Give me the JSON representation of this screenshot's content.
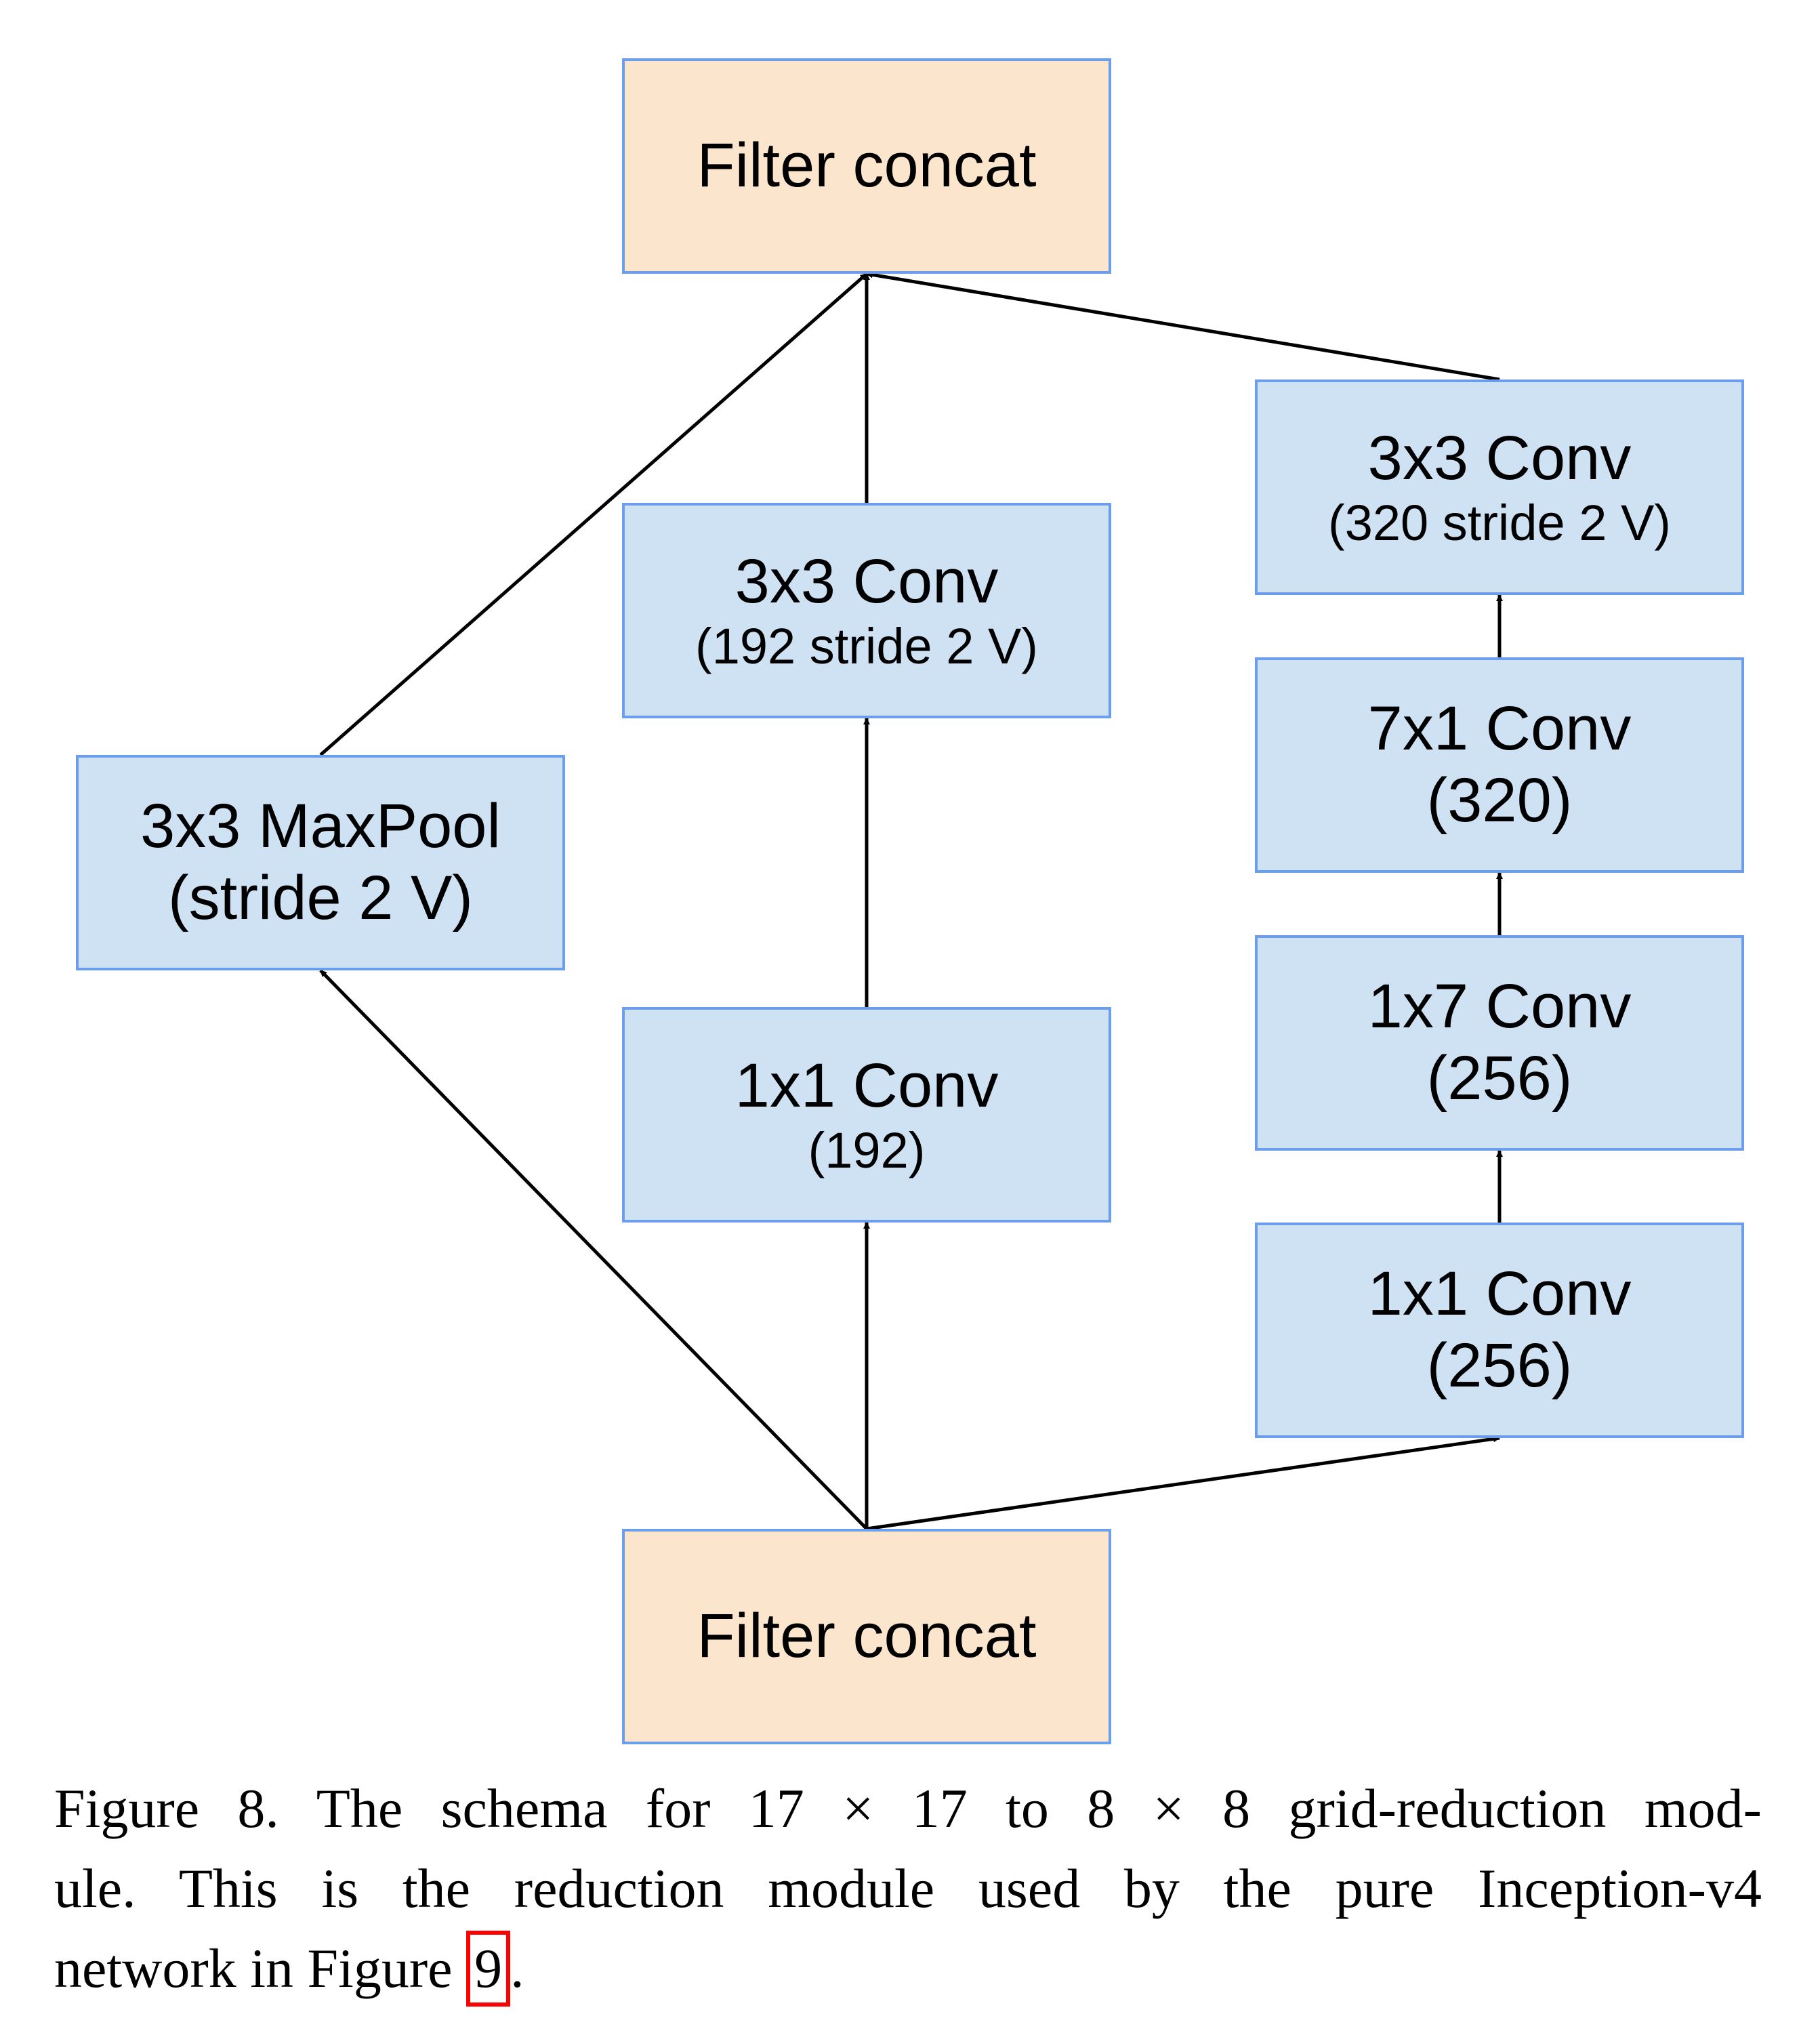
{
  "colors": {
    "concat_fill": "#fce5cd",
    "conv_fill": "#cfe2f3",
    "border": "#6d9eeb",
    "arrow": "#000000",
    "ref_box": "#ff0000"
  },
  "diagram": {
    "nodes": {
      "top_concat": {
        "line1": "Filter concat",
        "line2": ""
      },
      "conv3x3_192": {
        "line1": "3x3 Conv",
        "line2": "(192 stride 2 V)"
      },
      "conv1x1_192": {
        "line1": "1x1 Conv",
        "line2": "(192)"
      },
      "maxpool": {
        "line1": "3x3 MaxPool",
        "line2": "(stride 2 V)"
      },
      "conv3x3_320": {
        "line1": "3x3 Conv",
        "line2": "(320 stride 2 V)"
      },
      "conv7x1_320": {
        "line1": "7x1 Conv",
        "line2": "(320)"
      },
      "conv1x7_256": {
        "line1": "1x7 Conv",
        "line2": "(256)"
      },
      "conv1x1_256": {
        "line1": "1x1 Conv",
        "line2": "(256)"
      },
      "bottom_concat": {
        "line1": "Filter concat",
        "line2": ""
      }
    },
    "edges": [
      {
        "from": "bottom_concat",
        "to": "maxpool"
      },
      {
        "from": "bottom_concat",
        "to": "conv1x1_192"
      },
      {
        "from": "bottom_concat",
        "to": "conv1x1_256"
      },
      {
        "from": "maxpool",
        "to": "top_concat"
      },
      {
        "from": "conv1x1_192",
        "to": "conv3x3_192"
      },
      {
        "from": "conv3x3_192",
        "to": "top_concat"
      },
      {
        "from": "conv1x1_256",
        "to": "conv1x7_256"
      },
      {
        "from": "conv1x7_256",
        "to": "conv7x1_320"
      },
      {
        "from": "conv7x1_320",
        "to": "conv3x3_320"
      },
      {
        "from": "conv3x3_320",
        "to": "top_concat"
      }
    ]
  },
  "caption": {
    "line1": "Figure 8. The schema for 17 × 17 to 8 × 8 grid-reduction mod-",
    "line2": "ule.  This is the reduction module used by the pure Inception-v4",
    "line3_pre": "network in Figure ",
    "figure_ref": "9",
    "line3_post": "."
  }
}
